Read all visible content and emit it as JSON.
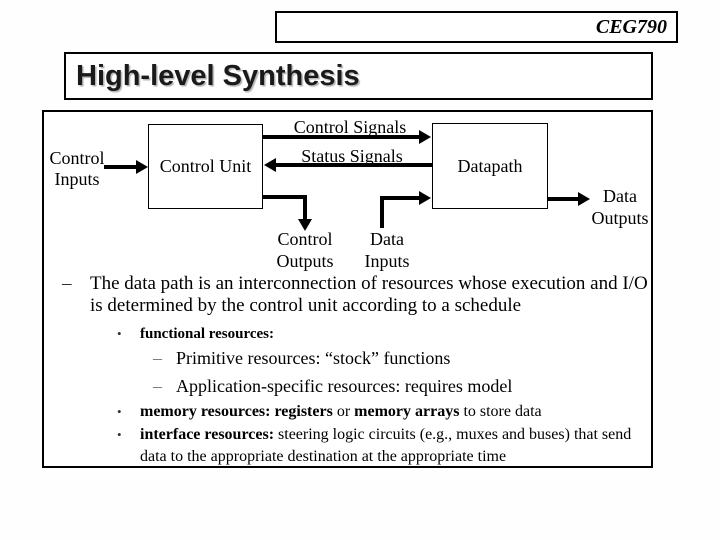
{
  "header": {
    "course_code": "CEG790"
  },
  "title": "High-level Synthesis",
  "colors": {
    "line": "#000000",
    "background": "#ffffff",
    "text": "#000000"
  },
  "diagram": {
    "control_unit_label": "Control Unit",
    "datapath_label": "Datapath",
    "control_signals_label": "Control Signals",
    "status_signals_label": "Status Signals",
    "control_inputs": {
      "line1": "Control",
      "line2": "Inputs"
    },
    "control_outputs": {
      "line1": "Control",
      "line2": "Outputs"
    },
    "data_inputs": {
      "line1": "Data",
      "line2": "Inputs"
    },
    "data_outputs": {
      "line1": "Data",
      "line2": "Outputs"
    }
  },
  "bullets": [
    {
      "marker": "–",
      "text": "The data path is an interconnection of resources whose execution and I/O is determined by the control unit according to a schedule"
    },
    {
      "marker": "•",
      "text": "functional resources:"
    },
    {
      "marker": "–",
      "text": "Primitive resources: “stock” functions"
    },
    {
      "marker": "–",
      "text": "Application-specific resources: requires model"
    },
    {
      "marker": "•",
      "segments": [
        {
          "text": "memory resources: registers",
          "bold": true
        },
        {
          "text": " or ",
          "bold": false
        },
        {
          "text": "memory arrays",
          "bold": true
        },
        {
          "text": " to store data",
          "bold": false
        }
      ]
    },
    {
      "marker": "•",
      "segments": [
        {
          "text": "interface resources:",
          "bold": true
        },
        {
          "text": " steering logic circuits (e.g., muxes and buses) that send data to the appropriate destination at the appropriate time",
          "bold": false
        }
      ]
    }
  ]
}
